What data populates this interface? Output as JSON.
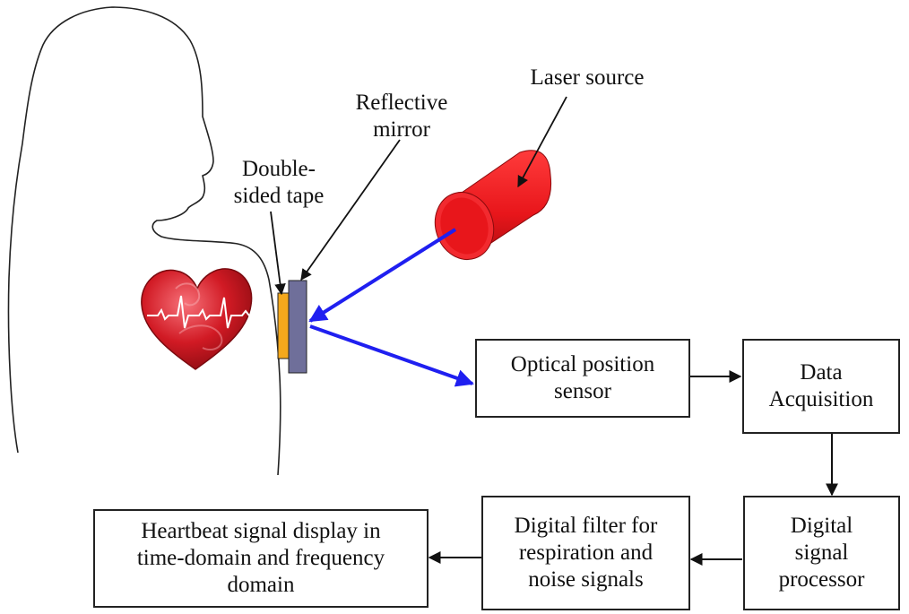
{
  "labels": {
    "laser_source": "Laser source",
    "reflective_mirror": "Reflective\nmirror",
    "double_sided_tape": "Double-\nsided tape"
  },
  "blocks": {
    "optical_sensor": "Optical position\nsensor",
    "data_acquisition": "Data\nAcquisition",
    "digital_signal_processor": "Digital\nsignal\nprocessor",
    "digital_filter": "Digital filter for\nrespiration and\nnoise signals",
    "heartbeat_display": "Heartbeat signal display in\ntime-domain and frequency\ndomain"
  },
  "colors": {
    "laser": "#e8161b",
    "beam": "#1f1ff0",
    "mirror": "#6f6f9a",
    "tape": "#f4a81c",
    "heart": "#c8141c",
    "outline": "#222222"
  }
}
